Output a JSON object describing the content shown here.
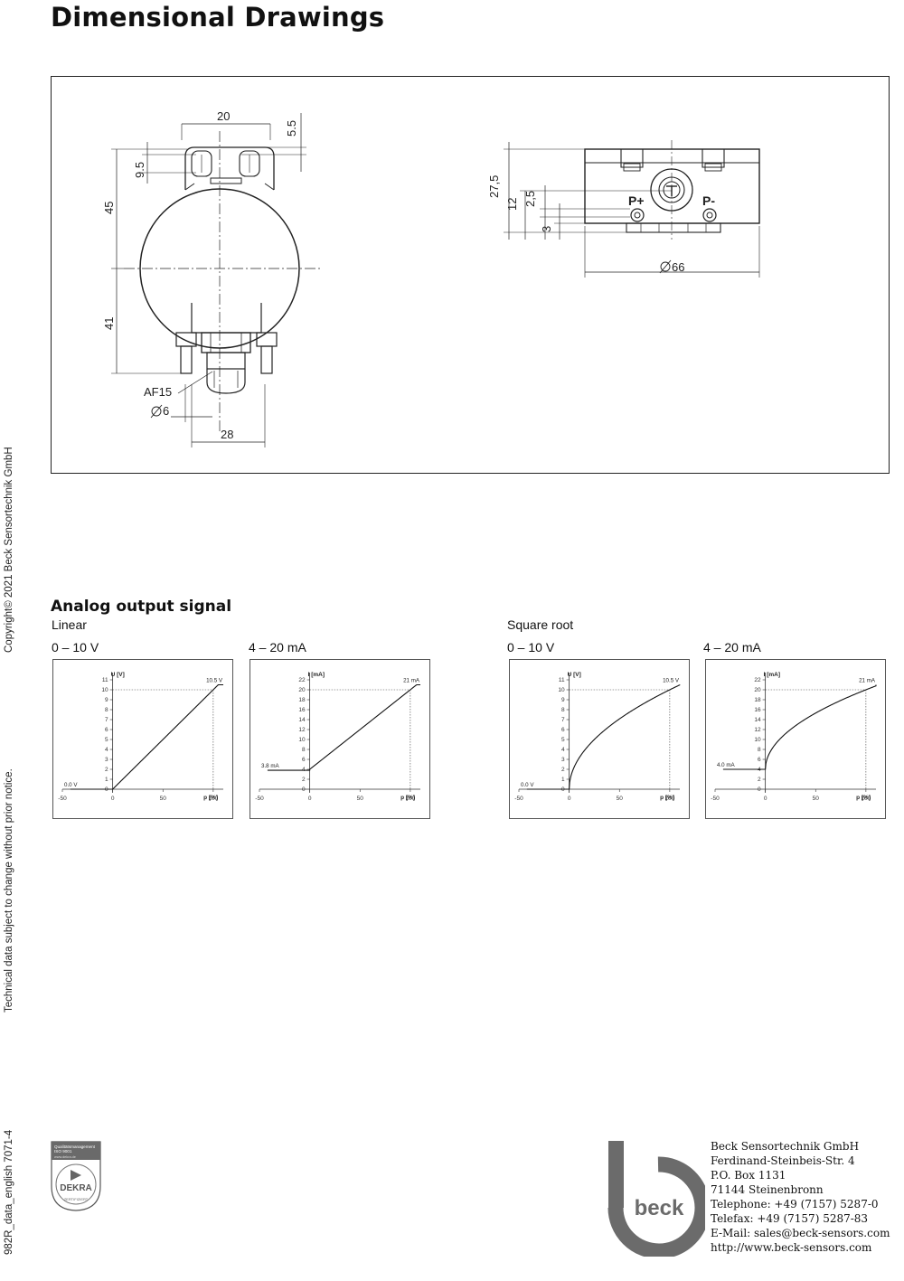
{
  "header": {
    "title": "Dimensional Drawings"
  },
  "sidebar": {
    "copyright": "Copyright© 2021  Beck Sensortechnik GmbH",
    "notice": "Technical data subject to change without prior notice.",
    "doc_id": "982R_data_english    7071-4"
  },
  "drawing": {
    "front": {
      "dim_20": "20",
      "dim_5_5": "5.5",
      "dim_9_5": "9.5",
      "dim_45": "45",
      "dim_41": "41",
      "af15": "AF15",
      "dia6": "6",
      "dim_28": "28"
    },
    "side": {
      "dim_27_5": "27,5",
      "dim_12": "12",
      "dim_2_5": "2,5",
      "dim_3": "3",
      "dia66": "66",
      "p_plus": "P+",
      "p_minus": "P-"
    }
  },
  "analog": {
    "title": "Analog output signal",
    "linear_label": "Linear",
    "sqrt_label": "Square root",
    "chart_labels": [
      "0 – 10 V",
      "4 – 20 mA",
      "0 – 10 V",
      "4 – 20 mA"
    ]
  },
  "chart_data": [
    {
      "type": "line",
      "title": "0 – 10 V",
      "group": "Linear",
      "xlabel": "p [%]",
      "ylabel": "U [V]",
      "xlim": [
        -50,
        110
      ],
      "ylim": [
        0,
        11
      ],
      "x_ticks": [
        -50,
        0,
        50,
        100
      ],
      "y_ticks": [
        1,
        2,
        3,
        4,
        5,
        6,
        7,
        8,
        9,
        10,
        11
      ],
      "curve": "linear",
      "x": [
        -50,
        0,
        100,
        110
      ],
      "y": [
        0,
        0,
        10.5,
        10.5
      ],
      "annotations": [
        "0.0 V",
        "10.5 V"
      ]
    },
    {
      "type": "line",
      "title": "4 – 20 mA",
      "group": "Linear",
      "xlabel": "p [%]",
      "ylabel": "I [mA]",
      "xlim": [
        -50,
        110
      ],
      "ylim": [
        0,
        22
      ],
      "x_ticks": [
        -50,
        0,
        50,
        100
      ],
      "y_ticks": [
        2,
        4,
        6,
        8,
        10,
        12,
        14,
        16,
        18,
        20,
        22
      ],
      "curve": "linear",
      "x": [
        -50,
        0,
        100,
        110
      ],
      "y": [
        3.8,
        3.8,
        21,
        21
      ],
      "annotations": [
        "3.8 mA",
        "21 mA"
      ]
    },
    {
      "type": "line",
      "title": "0 – 10 V",
      "group": "Square root",
      "xlabel": "p [%]",
      "ylabel": "U [V]",
      "xlim": [
        -50,
        110
      ],
      "ylim": [
        0,
        11
      ],
      "x_ticks": [
        -50,
        0,
        50,
        100
      ],
      "y_ticks": [
        1,
        2,
        3,
        4,
        5,
        6,
        7,
        8,
        9,
        10,
        11
      ],
      "curve": "sqrt",
      "x": [
        -50,
        0,
        100,
        110
      ],
      "y": [
        0,
        0,
        10.5,
        10.5
      ],
      "annotations": [
        "0.0 V",
        "10.5 V"
      ]
    },
    {
      "type": "line",
      "title": "4 – 20 mA",
      "group": "Square root",
      "xlabel": "p [%]",
      "ylabel": "I [mA]",
      "xlim": [
        -50,
        110
      ],
      "ylim": [
        0,
        22
      ],
      "x_ticks": [
        -50,
        0,
        50,
        100
      ],
      "y_ticks": [
        2,
        4,
        6,
        8,
        10,
        12,
        14,
        16,
        18,
        20,
        22
      ],
      "curve": "sqrt",
      "x": [
        -50,
        0,
        100,
        110
      ],
      "y": [
        4,
        4,
        21,
        21
      ],
      "annotations": [
        "4.0 mA",
        "21 mA"
      ]
    }
  ],
  "footer": {
    "cert": {
      "line1": "Qualitätsmanagement",
      "line2": "ISO 9001",
      "line3": "www.dekra.de",
      "brand": "DEKRA",
      "ring": "ZERTIFIZIERT"
    },
    "logo_text": "beck",
    "address": [
      "Beck Sensortechnik GmbH",
      "Ferdinand-Steinbeis-Str. 4",
      "P.O. Box 1131",
      "71144 Steinenbronn",
      "Telephone: +49 (7157) 5287-0",
      "Telefax: +49 (7157) 5287-83",
      "E-Mail: sales@beck-sensors.com",
      "http://www.beck-sensors.com"
    ]
  }
}
